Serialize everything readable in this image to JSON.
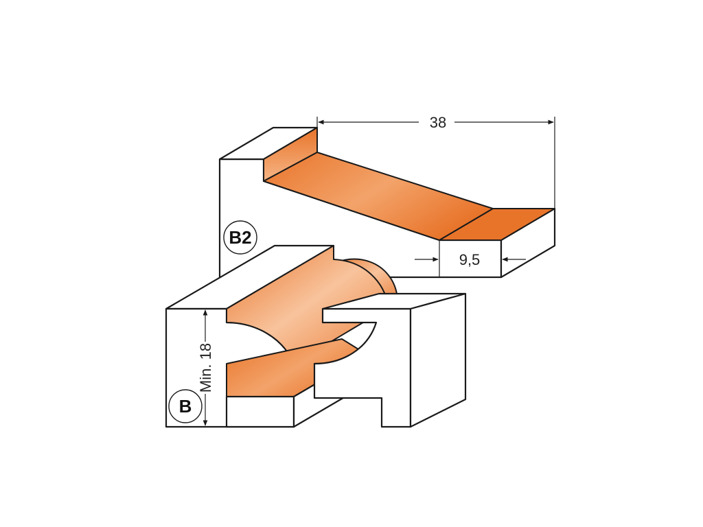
{
  "profiles": {
    "upper": {
      "label": "B2"
    },
    "lower": {
      "label": "B"
    }
  },
  "dimensions": {
    "width": "38",
    "tongue": "9,5",
    "min_thickness": "Min. 18"
  },
  "colors": {
    "profile_light": "#fbd8b8",
    "profile_dark": "#e8742a",
    "outline": "#1a1a1a",
    "background": "#ffffff"
  }
}
